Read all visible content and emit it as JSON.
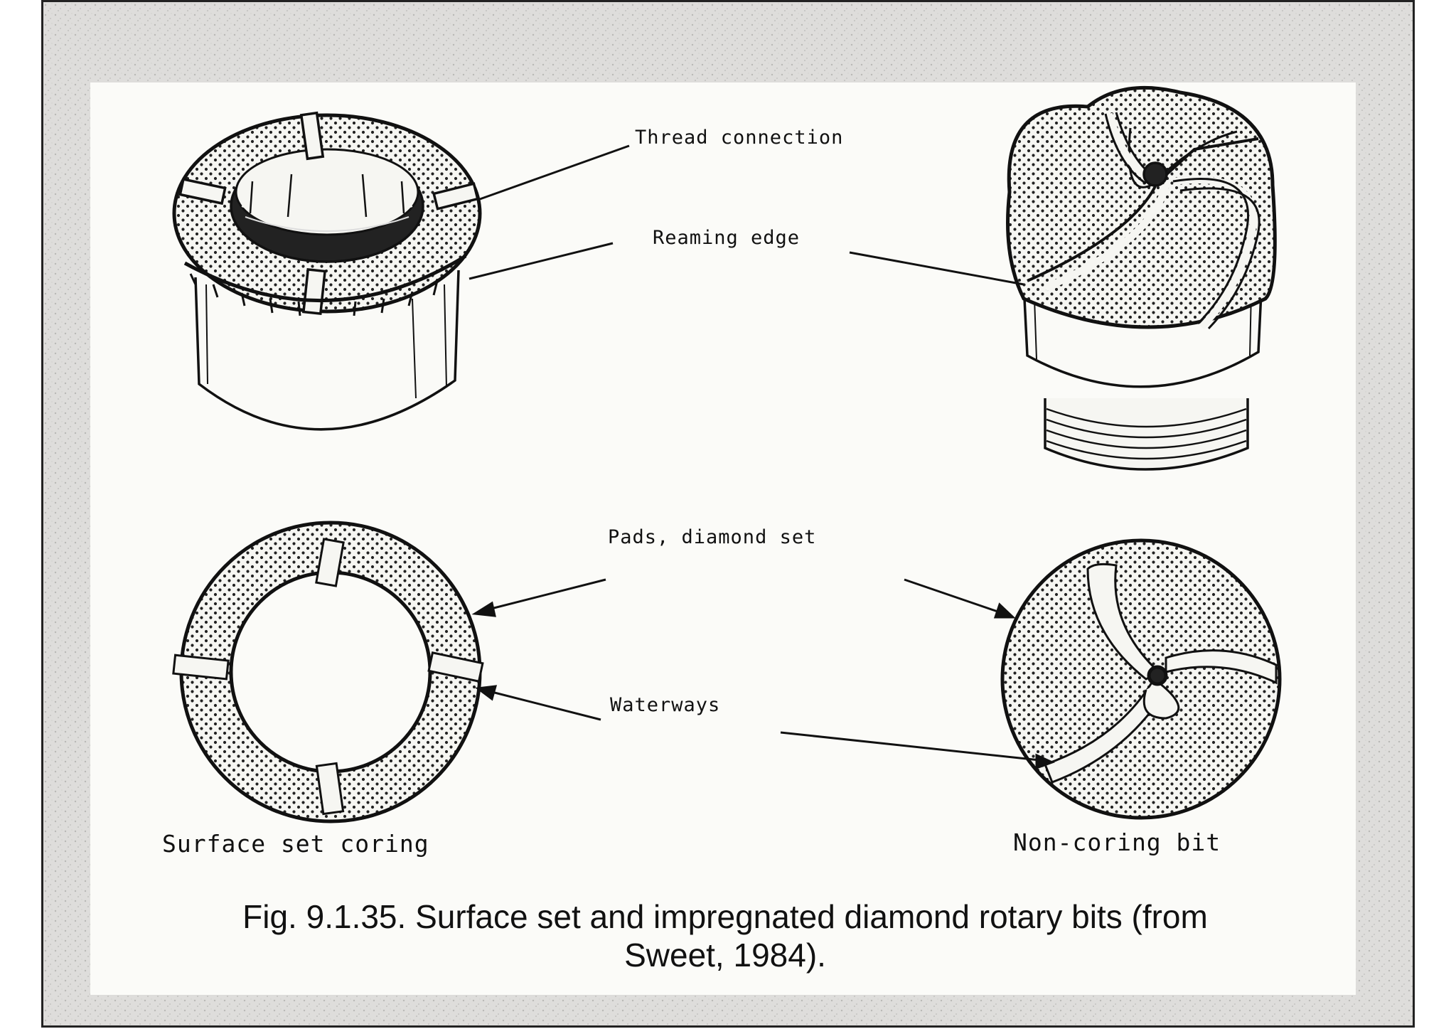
{
  "labels": {
    "thread_connection": "Thread connection",
    "reaming_edge": "Reaming edge",
    "pads_diamond_set": "Pads, diamond set",
    "waterways": "Waterways"
  },
  "subtitles": {
    "left": "Surface set coring",
    "right": "Non-coring bit"
  },
  "caption": {
    "line1": "Fig. 9.1.35. Surface set and impregnated diamond rotary bits (from",
    "line2": "Sweet, 1984)."
  }
}
